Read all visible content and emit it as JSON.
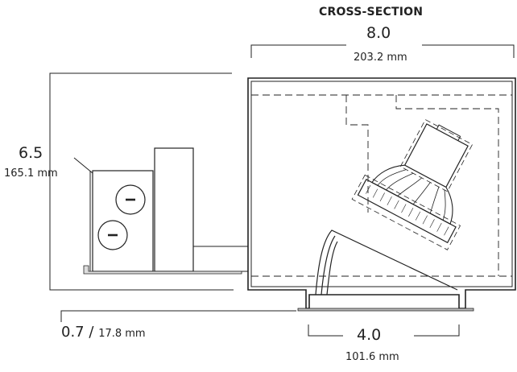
{
  "title": "CROSS-SECTION",
  "dimensions": {
    "width": {
      "inches": "8.0",
      "mm": "203.2 mm"
    },
    "height": {
      "inches": "6.5",
      "mm": "165.1 mm"
    },
    "flange": {
      "inches": "0.7",
      "separator": "/",
      "mm": "17.8 mm"
    },
    "aperture": {
      "inches": "4.0",
      "mm": "101.6 mm"
    }
  }
}
